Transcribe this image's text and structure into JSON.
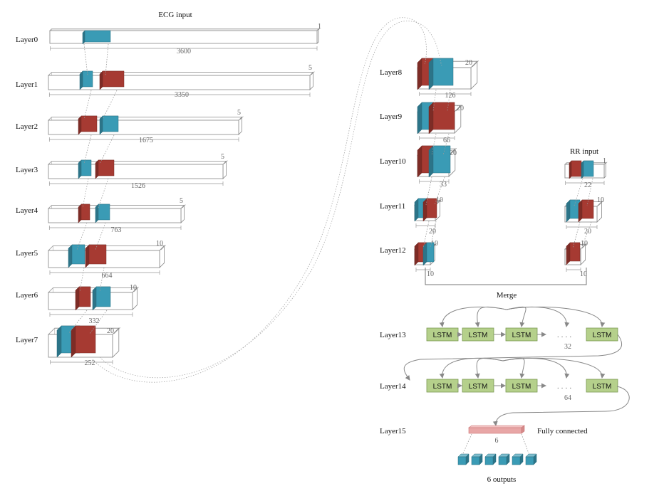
{
  "diagram": {
    "title": "ECG input",
    "rr_title": "RR input",
    "merge_label": "Merge",
    "fc_label": "Fully connected",
    "outputs_label": "6 outputs",
    "lstm_label": "LSTM",
    "dots": "· · · ·",
    "colors": {
      "teal": "#3a9bb5",
      "red": "#a63a32",
      "lstm": "#b5d08b",
      "fc": "#e8a6a6"
    }
  },
  "layers": {
    "l0": {
      "name": "Layer0",
      "length": "3600",
      "depth": "1"
    },
    "l1": {
      "name": "Layer1",
      "length": "3350",
      "depth": "5"
    },
    "l2": {
      "name": "Layer2",
      "length": "1675",
      "depth": "5"
    },
    "l3": {
      "name": "Layer3",
      "length": "1526",
      "depth": "5"
    },
    "l4": {
      "name": "Layer4",
      "length": "763",
      "depth": "5"
    },
    "l5": {
      "name": "Layer5",
      "length": "664",
      "depth": "10"
    },
    "l6": {
      "name": "Layer6",
      "length": "332",
      "depth": "10"
    },
    "l7": {
      "name": "Layer7",
      "length": "252",
      "depth": "20"
    },
    "l8": {
      "name": "Layer8",
      "length": "126",
      "depth": "20"
    },
    "l9": {
      "name": "Layer9",
      "length": "66",
      "depth": "20"
    },
    "l10": {
      "name": "Layer10",
      "length": "33",
      "depth": "20"
    },
    "l11": {
      "name": "Layer11",
      "length": "20",
      "depth": "10"
    },
    "l12": {
      "name": "Layer12",
      "length": "10",
      "depth": "10"
    },
    "l13": {
      "name": "Layer13",
      "count": "32"
    },
    "l14": {
      "name": "Layer14",
      "count": "64"
    },
    "l15": {
      "name": "Layer15",
      "size": "6"
    }
  },
  "rr": {
    "r0": {
      "length": "22",
      "depth": "1"
    },
    "r1": {
      "length": "20",
      "depth": "10"
    },
    "r2": {
      "length": "10",
      "depth": "10"
    }
  }
}
